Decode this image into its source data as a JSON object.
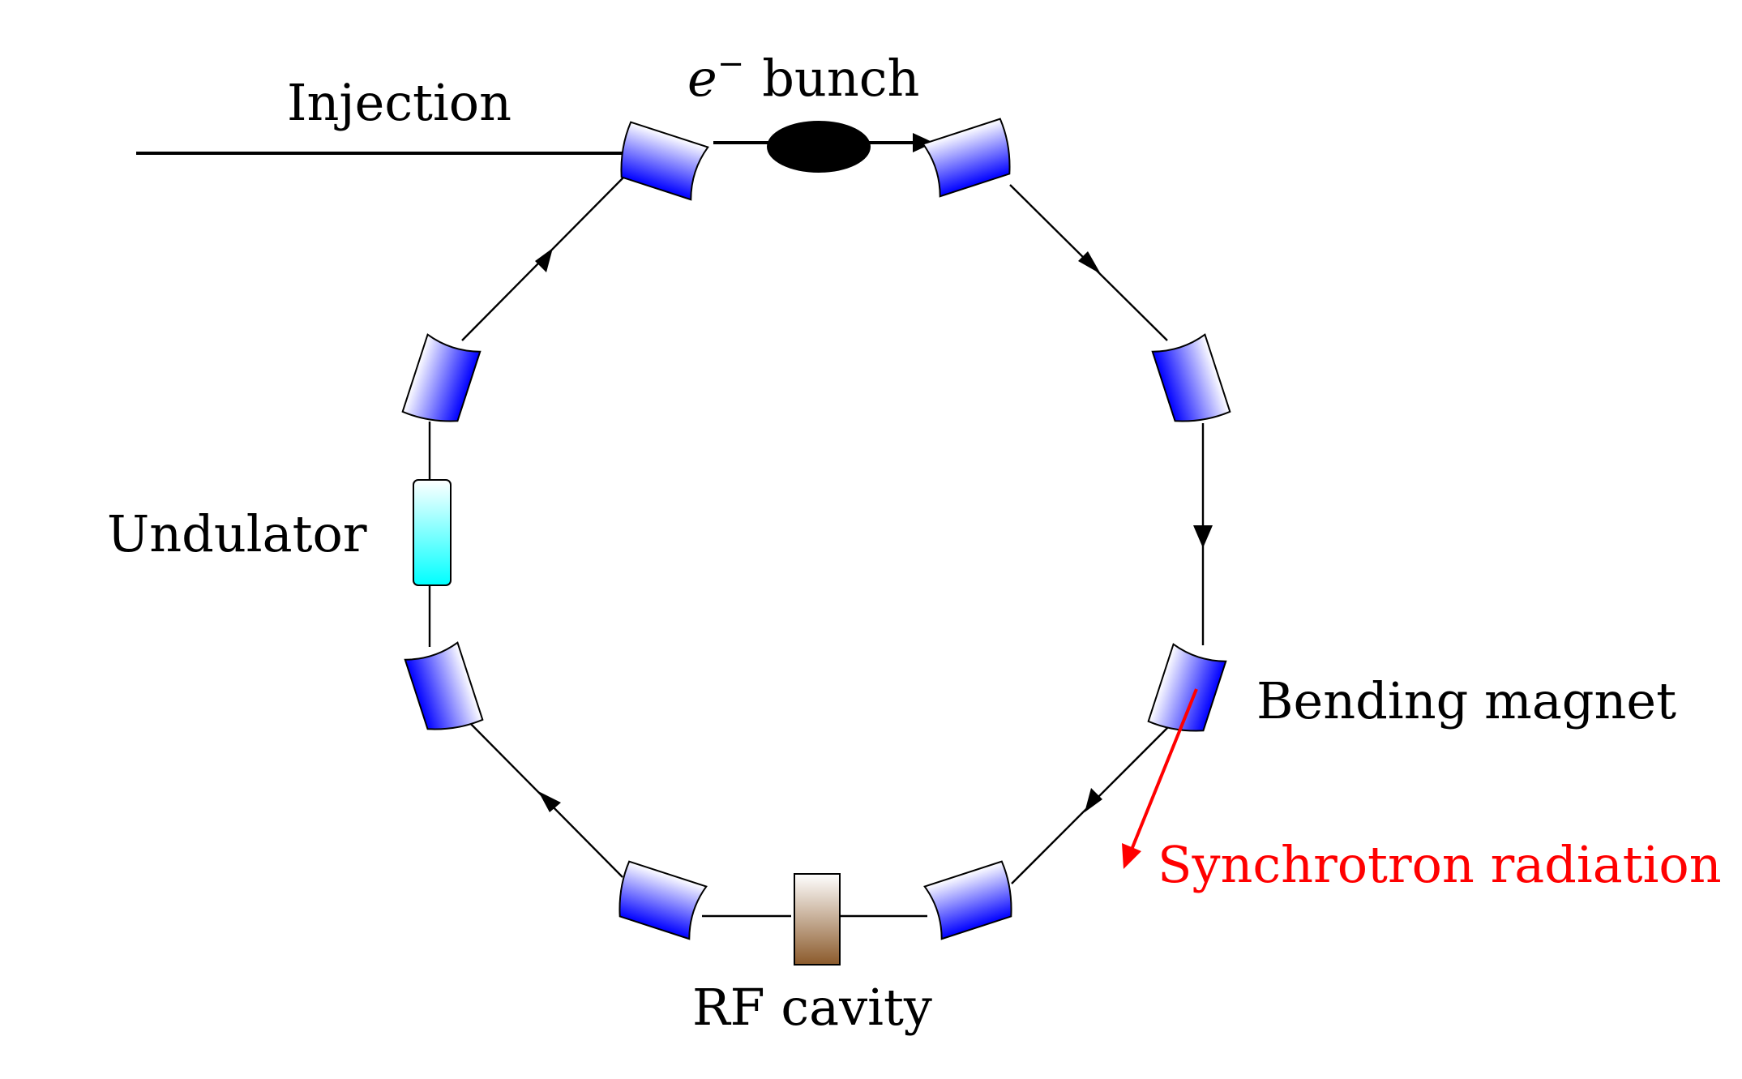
{
  "labels": {
    "injection": "Injection",
    "bunch_symbol": "e",
    "bunch_superscript": "−",
    "bunch_word": "bunch",
    "undulator": "Undulator",
    "bending_magnet": "Bending magnet",
    "synchrotron_radiation": "Synchrotron radiation",
    "rf_cavity": "RF cavity"
  },
  "colors": {
    "magnet_top": "#ffffff",
    "magnet_bottom": "#0000ff",
    "undulator_top": "#ffffff",
    "undulator_bottom": "#00ffff",
    "rf_top": "#ffffff",
    "rf_bottom": "#8b5a2b",
    "radiation": "#ff0000",
    "beam": "#000000"
  },
  "icons": {
    "magnet": "bending-magnet-icon",
    "undulator": "undulator-icon",
    "rf": "rf-cavity-icon",
    "bunch": "electron-bunch-icon"
  }
}
